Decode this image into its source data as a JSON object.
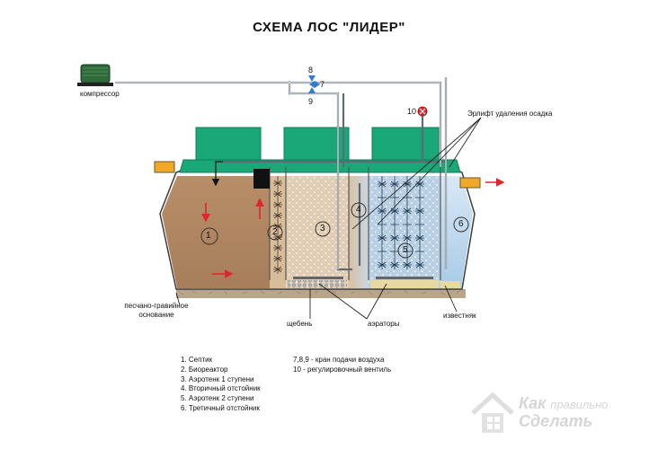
{
  "title": "СХЕМА ЛОС \"ЛИДЕР\"",
  "labels": {
    "compressor": "компрессор",
    "airlift": "Эрлифт удаления осадка",
    "base": [
      "песчано-гравийное",
      "основание"
    ],
    "gravel": "щебень",
    "aerators": "аэраторы",
    "limestone": "известняк"
  },
  "valves": {
    "v8": "8",
    "v7": "7",
    "v9": "9",
    "v10": "10"
  },
  "chambers": [
    "1",
    "2",
    "3",
    "4",
    "5",
    "6"
  ],
  "legend_left": [
    "1. Септик",
    "2. Биореактор",
    "3. Аэротенк 1 ступени",
    "4. Вторичный отстойник",
    "5. Аэротенк 2 ступени",
    "6. Третичный отстойник"
  ],
  "legend_right": [
    "7,8,9 - кран подачи воздуха",
    "10 - регулировочный вентиль"
  ],
  "watermark": {
    "line1": "Как",
    "line1_small": "правильно",
    "line2": "Сделать"
  },
  "colors": {
    "septic": "#b08c6a",
    "clear_water": "#bcd8ee",
    "lid_green": "#1aa878",
    "arrow_red": "#e0252b",
    "base": "#b8a58a",
    "pipe_orange": "#f1a829"
  }
}
